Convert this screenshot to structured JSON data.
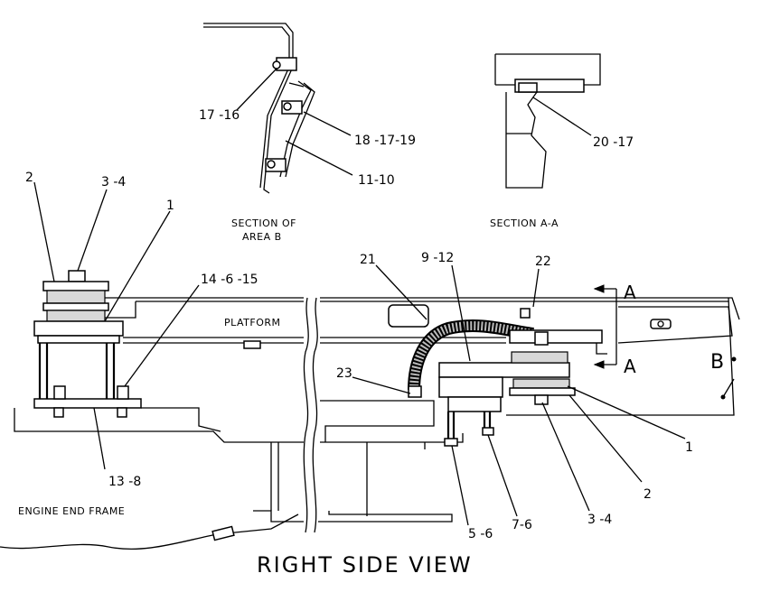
{
  "labels": {
    "l_2_left": "2",
    "l_3_4_top": "3 -4",
    "l_1_top": "1",
    "l_14_6_15": "14 -6 -15",
    "l_13_8": "13 -8",
    "l_17_16": "17 -16",
    "l_18_17_19": "18 -17-19",
    "l_11_10": "11-10",
    "l_20_17": "20 -17",
    "l_21": "21",
    "l_9_12": "9 -12",
    "l_22": "22",
    "l_23": "23",
    "l_1_right": "1",
    "l_2_right": "2",
    "l_3_4_bottom": "3 -4",
    "l_7_6": "7-6",
    "l_5_6": "5 -6",
    "l_A_top": "A",
    "l_A_bottom": "A",
    "l_B": "B"
  },
  "captions": {
    "section_b_line1": "SECTION OF",
    "section_b_line2": "AREA B",
    "section_aa": "SECTION A-A",
    "platform": "PLATFORM",
    "engine_end_frame": "ENGINE END FRAME"
  },
  "title": "RIGHT SIDE VIEW"
}
